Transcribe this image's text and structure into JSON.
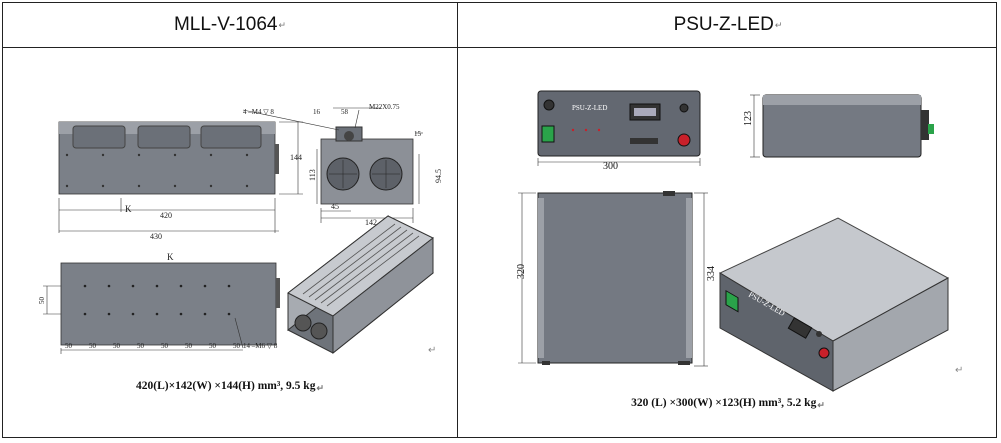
{
  "left_panel": {
    "title": "MLL-V-1064",
    "caption": "420(L)×142(W) ×144(H) mm³, 9.5 kg",
    "dims": {
      "d420": "420",
      "d430": "430",
      "d144": "144",
      "d142": "142",
      "d113": "113",
      "d94": "94.5",
      "d45": "45",
      "d16": "16",
      "d58": "58",
      "d15": "15",
      "d4m4": "4 –M4 ▽ 8",
      "m22": "M22X0.75",
      "k": "K",
      "d50": "50",
      "d14m6": "14 –M6 ▽ 8",
      "spacing": [
        "50",
        "50",
        "50",
        "50",
        "50",
        "50",
        "50",
        "50"
      ]
    }
  },
  "right_panel": {
    "title": "PSU-Z-LED",
    "caption": "320 (L) ×300(W) ×123(H) mm³, 5.2 kg",
    "dims": {
      "d300": "300",
      "d123": "123",
      "d320": "320",
      "d334": "334"
    },
    "front_label": "PSU-Z-LED",
    "iso_label": "PSU-Z-LED"
  },
  "return_mark": "↵"
}
